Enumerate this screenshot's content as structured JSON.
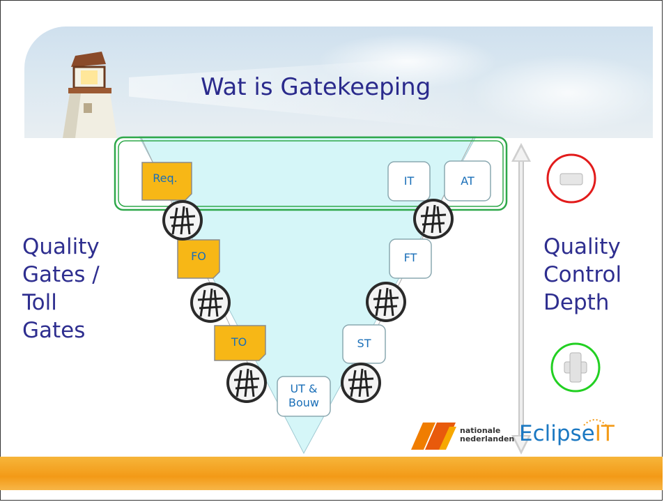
{
  "slide": {
    "title": "Wat is Gatekeeping"
  },
  "left_label": {
    "lines": [
      "Quality",
      "Gates /",
      "Toll",
      "Gates"
    ]
  },
  "right_label": {
    "lines": [
      "Quality",
      "Control",
      "Depth"
    ]
  },
  "boxes": {
    "req": "Req.",
    "fo": "FO",
    "to": "TO",
    "ut_line1": "UT &",
    "ut_line2": "Bouw",
    "st": "ST",
    "ft": "FT",
    "it": "IT",
    "at": "AT"
  },
  "logos": {
    "nn_line1": "nationale",
    "nn_line2": "nederlanden",
    "eclipse_main": "Eclipse",
    "eclipse_it": "IT"
  },
  "colors": {
    "title": "#2a2a8c",
    "box_text": "#1a6fb8",
    "dev_box_fill": "#f7b716",
    "test_box_fill": "#ffffff",
    "funnel_fill": "#d4f6f8",
    "highlight_band": "#2ea84a",
    "high_depth_indicator": "#e21b1b",
    "low_depth_indicator": "#22d022",
    "bottom_bar": "#f39a17"
  },
  "icons": {
    "gate": "gate-icon",
    "depth_high": "minus-icon",
    "depth_low": "plus-icon"
  }
}
